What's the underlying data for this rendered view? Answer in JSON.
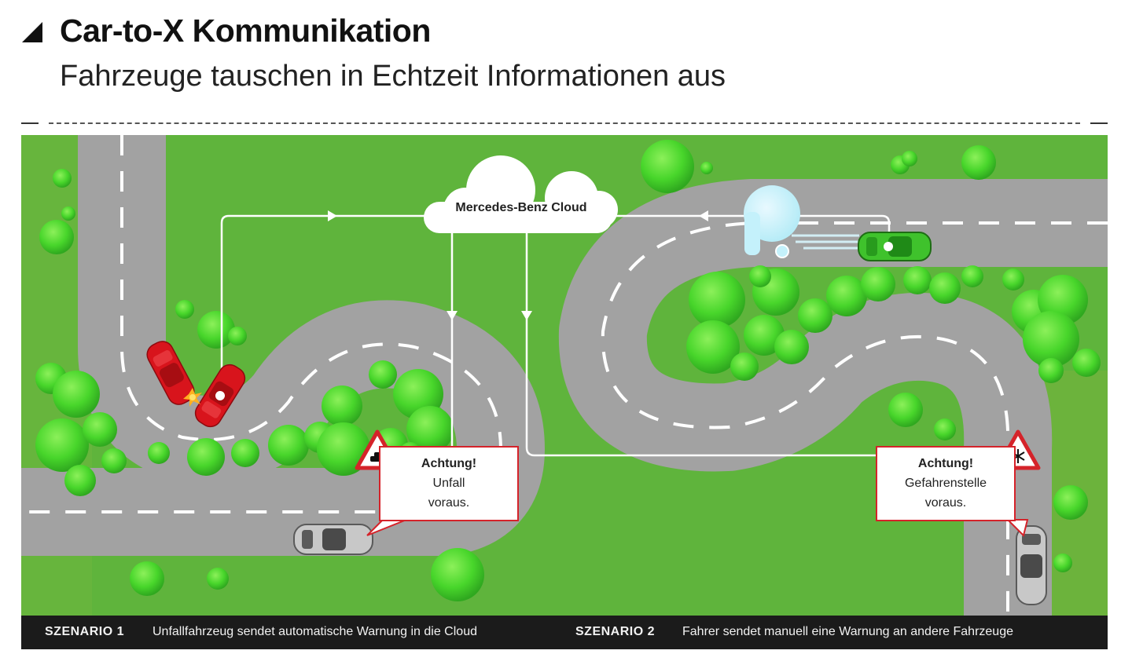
{
  "header": {
    "title": "Car-to-X Kommunikation",
    "subtitle": "Fahrzeuge tauschen in Echtzeit Informationen aus"
  },
  "diagram": {
    "cloud_label": "Mercedes-Benz Cloud",
    "warning_1": {
      "head": "Achtung!",
      "line1": "Unfall",
      "line2": "voraus."
    },
    "warning_2": {
      "head": "Achtung!",
      "line1": "Gefahrenstelle",
      "line2": "voraus."
    }
  },
  "footer": {
    "scenario_1_label": "SZENARIO 1",
    "scenario_1_text": "Unfallfahrzeug sendet automatische Warnung in die Cloud",
    "scenario_2_label": "SZENARIO 2",
    "scenario_2_text": "Fahrer sendet manuell eine Warnung an andere Fahrzeuge"
  },
  "colors": {
    "grass": "#5fb43c",
    "road": "#a2a2a2",
    "tree": "#46d22a",
    "accident_car": "#d8141c",
    "sender_car": "#3fc22c",
    "warning_red": "#d5232a",
    "footer_bg": "#1b1b1b"
  },
  "icons": [
    "title-triangle-icon",
    "cloud-icon",
    "accident-warning-sign-icon",
    "snowflake-warning-sign-icon",
    "collision-spark-icon",
    "thought-bubble-icon"
  ]
}
